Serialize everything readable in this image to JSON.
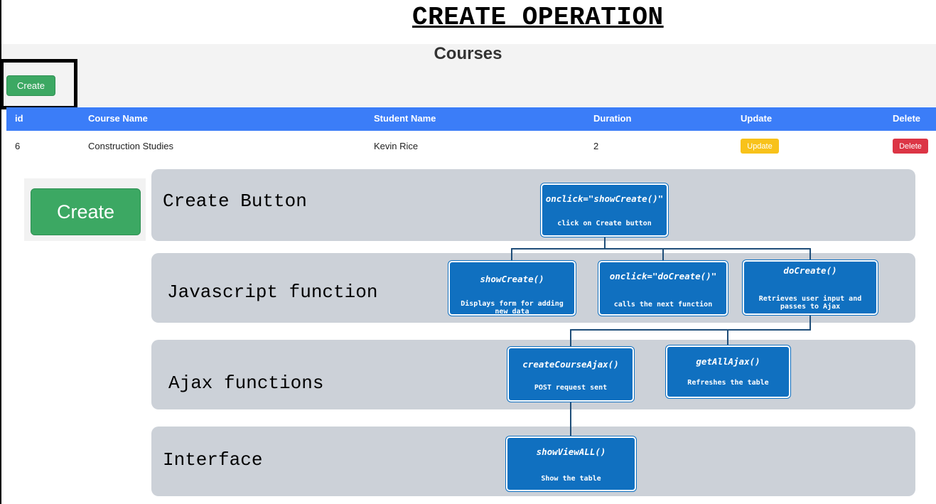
{
  "title": "CREATE OPERATION",
  "app": {
    "heading": "Courses",
    "create_label": "Create",
    "table": {
      "headers": [
        "id",
        "Course Name",
        "Student Name",
        "Duration",
        "Update",
        "Delete"
      ],
      "row": {
        "id": "6",
        "course": "Construction Studies",
        "student": "Kevin Rice",
        "duration": "2"
      },
      "update_label": "Update",
      "delete_label": "Delete"
    }
  },
  "zoom_create_label": "Create",
  "bands": [
    {
      "label": "Create Button"
    },
    {
      "label": "Javascript function"
    },
    {
      "label": "Ajax functions"
    },
    {
      "label": "Interface"
    }
  ],
  "nodes": {
    "show_create_onclick": {
      "fn": "onclick=\"showCreate()\"",
      "desc": "click on Create button"
    },
    "show_create": {
      "fn": "showCreate()",
      "desc": "Displays form for adding new data"
    },
    "do_create_onclick": {
      "fn": "onclick=\"doCreate()\"",
      "desc": "calls the next function"
    },
    "do_create": {
      "fn": "doCreate()",
      "desc": "Retrieves user input and passes to Ajax"
    },
    "create_course_ajax": {
      "fn": "createCourseAjax()",
      "desc": "POST request sent"
    },
    "get_all_ajax": {
      "fn": "getAllAjax()",
      "desc": "Refreshes the table"
    },
    "show_view_all": {
      "fn": "showViewALL()",
      "desc": "Show the table"
    }
  },
  "colors": {
    "band": "#ccd1d8",
    "node": "#1070c0",
    "connector": "#1f4e79",
    "table_header": "#3b7df8",
    "create_button": "#3ca863",
    "update_button": "#f8c21a",
    "delete_button": "#dc3545"
  }
}
